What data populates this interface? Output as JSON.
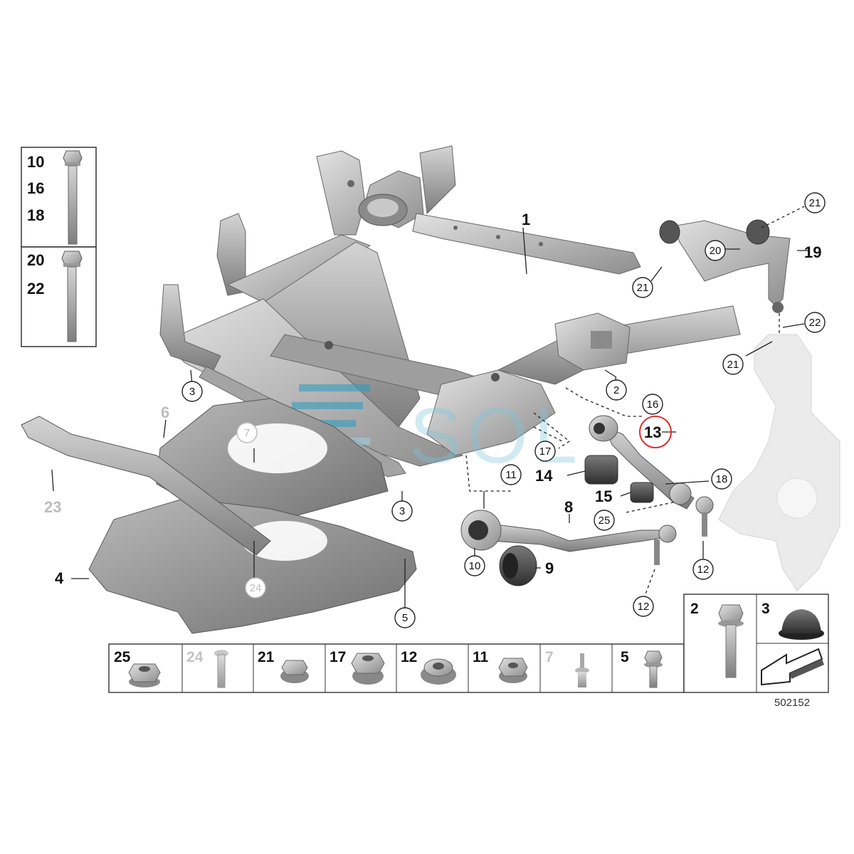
{
  "diagram_id": "502152",
  "watermark": "SOL",
  "highlight": {
    "label": "13",
    "color": "#e02020"
  },
  "callouts_bold": [
    {
      "id": "c1",
      "label": "1"
    },
    {
      "id": "c4",
      "label": "4"
    },
    {
      "id": "c8",
      "label": "8"
    },
    {
      "id": "c9",
      "label": "9"
    },
    {
      "id": "c14",
      "label": "14"
    },
    {
      "id": "c15",
      "label": "15"
    },
    {
      "id": "c19",
      "label": "19"
    },
    {
      "id": "c6",
      "label": "6"
    },
    {
      "id": "c23",
      "label": "23"
    }
  ],
  "callouts_circled": [
    {
      "id": "k3a",
      "label": "3"
    },
    {
      "id": "k3b",
      "label": "3"
    },
    {
      "id": "k2",
      "label": "2"
    },
    {
      "id": "k16",
      "label": "16"
    },
    {
      "id": "k17",
      "label": "17"
    },
    {
      "id": "k11",
      "label": "11"
    },
    {
      "id": "k10",
      "label": "10"
    },
    {
      "id": "k12a",
      "label": "12"
    },
    {
      "id": "k12b",
      "label": "12"
    },
    {
      "id": "k18",
      "label": "18"
    },
    {
      "id": "k25",
      "label": "25"
    },
    {
      "id": "k5",
      "label": "5"
    },
    {
      "id": "k7",
      "label": "7"
    },
    {
      "id": "k24",
      "label": "24"
    },
    {
      "id": "k20",
      "label": "20"
    },
    {
      "id": "k21a",
      "label": "21"
    },
    {
      "id": "k21b",
      "label": "21"
    },
    {
      "id": "k21c",
      "label": "21"
    },
    {
      "id": "k22",
      "label": "22"
    }
  ],
  "bolt_box_top": {
    "labels": [
      "10",
      "16",
      "18"
    ]
  },
  "bolt_box_bottom": {
    "labels": [
      "20",
      "22"
    ]
  },
  "parts_row": [
    {
      "label": "25",
      "grey": false
    },
    {
      "label": "24",
      "grey": true
    },
    {
      "label": "21",
      "grey": false
    },
    {
      "label": "17",
      "grey": false
    },
    {
      "label": "12",
      "grey": false
    },
    {
      "label": "11",
      "grey": false
    },
    {
      "label": "7",
      "grey": true
    },
    {
      "label": "5",
      "grey": false
    }
  ],
  "parts_side": [
    {
      "label": "2"
    },
    {
      "label": "3"
    }
  ]
}
